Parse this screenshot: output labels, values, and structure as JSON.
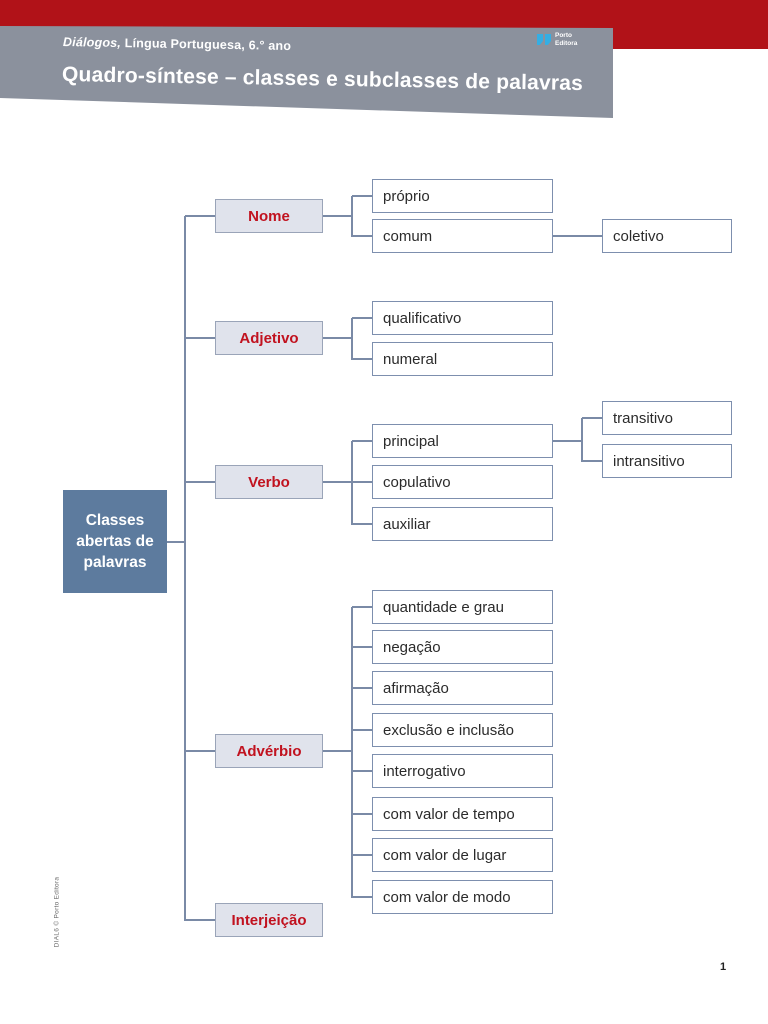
{
  "header": {
    "series_title_italic": "Diálogos,",
    "series_title_rest": " Língua Portuguesa, 6.° ano",
    "page_title": "Quadro-síntese – classes e subclasses de palavras",
    "publisher": {
      "line1": "Porto",
      "line2": "Editora"
    },
    "colors": {
      "banner_red": "#b11218",
      "panel_gray": "#8b919d",
      "logo_blue": "#35aee3"
    }
  },
  "diagram": {
    "root": {
      "label": "Classes abertas de palavras"
    },
    "classes": [
      {
        "label": "Nome",
        "children": [
          {
            "label": "próprio"
          },
          {
            "label": "comum",
            "children": [
              {
                "label": "coletivo"
              }
            ]
          }
        ]
      },
      {
        "label": "Adjetivo",
        "children": [
          {
            "label": "qualificativo"
          },
          {
            "label": "numeral"
          }
        ]
      },
      {
        "label": "Verbo",
        "children": [
          {
            "label": "principal",
            "children": [
              {
                "label": "transitivo"
              },
              {
                "label": "intransitivo"
              }
            ]
          },
          {
            "label": "copulativo"
          },
          {
            "label": "auxiliar"
          }
        ]
      },
      {
        "label": "Advérbio",
        "children": [
          {
            "label": "quantidade e grau"
          },
          {
            "label": "negação"
          },
          {
            "label": "afirmação"
          },
          {
            "label": "exclusão e inclusão"
          },
          {
            "label": "interrogativo"
          },
          {
            "label": "com valor de tempo"
          },
          {
            "label": "com valor de lugar"
          },
          {
            "label": "com valor de modo"
          }
        ]
      },
      {
        "label": "Interjeição",
        "children": []
      }
    ],
    "colors": {
      "class_label_red": "#c1121f",
      "class_box_fill": "#e0e3ec",
      "subclass_border": "#7d8fae",
      "connector_line": "#7a8aa6",
      "root_fill": "#5d7b9e"
    }
  },
  "footer": {
    "page_number": "1",
    "copyright_vertical": "DIAL6 © Porto Editora"
  }
}
